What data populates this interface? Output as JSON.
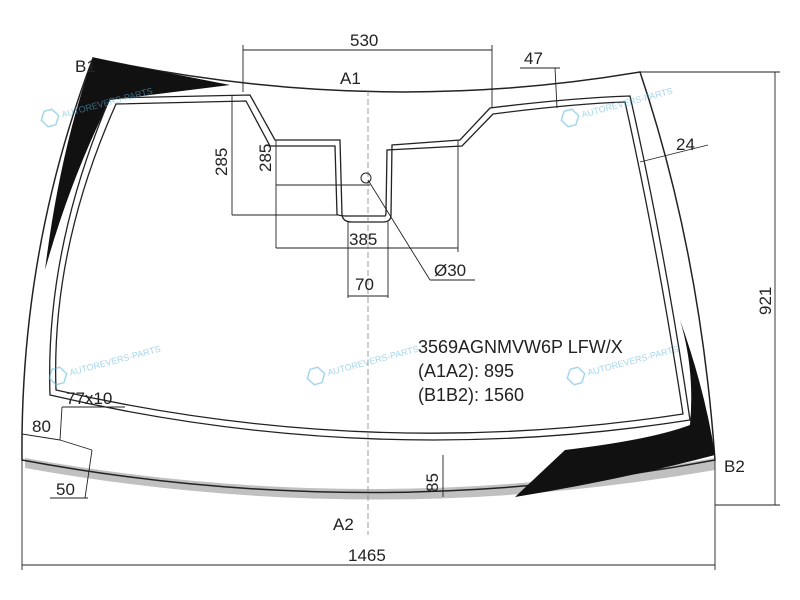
{
  "diagram": {
    "part_code": "3569AGNMVW6P LFW/X",
    "a1a2": "(A1A2): 895",
    "b1b2": "(B1B2): 1560",
    "points": {
      "a1": "A1",
      "a2": "A2",
      "b1": "B1",
      "b2": "B2"
    },
    "dimensions": {
      "width_top_notch": "530",
      "top_offset": "47",
      "side_band": "24",
      "notch_height_outer": "285",
      "notch_height_inner": "285",
      "notch_width": "385",
      "sensor_width": "70",
      "hole_diameter": "Ø30",
      "total_height": "921",
      "total_width": "1465",
      "bottom_band": "85",
      "vin_window": "77x10",
      "vin_offset_side": "80",
      "vin_offset_bottom": "50"
    },
    "watermark": "AUTOREVERS-PARTS",
    "watermark_logo": "AR",
    "colors": {
      "line": "#222222",
      "black_print": "#111111",
      "grey_band": "#c0c0c0",
      "watermark": "#5ab4e0"
    }
  }
}
